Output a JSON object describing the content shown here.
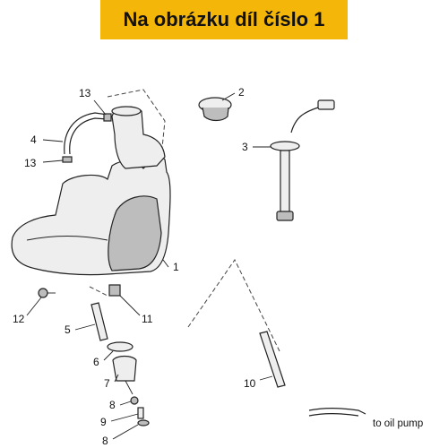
{
  "header": {
    "title": "Na obrázku díl číslo 1"
  },
  "callouts": [
    {
      "id": "c13a",
      "text": "13"
    },
    {
      "id": "c2",
      "text": "2"
    },
    {
      "id": "c4",
      "text": "4"
    },
    {
      "id": "c3",
      "text": "3"
    },
    {
      "id": "c13b",
      "text": "13"
    },
    {
      "id": "c1",
      "text": "1"
    },
    {
      "id": "c12",
      "text": "12"
    },
    {
      "id": "c11",
      "text": "11"
    },
    {
      "id": "c5",
      "text": "5"
    },
    {
      "id": "c6",
      "text": "6"
    },
    {
      "id": "c7",
      "text": "7"
    },
    {
      "id": "c10",
      "text": "10"
    },
    {
      "id": "c8a",
      "text": "8"
    },
    {
      "id": "c9",
      "text": "9"
    },
    {
      "id": "c8b",
      "text": "8"
    }
  ],
  "annotations": {
    "to_oil_pump": "to oil pump"
  },
  "colors": {
    "banner": "#f5b60a",
    "text": "#111111",
    "line": "#222222"
  }
}
